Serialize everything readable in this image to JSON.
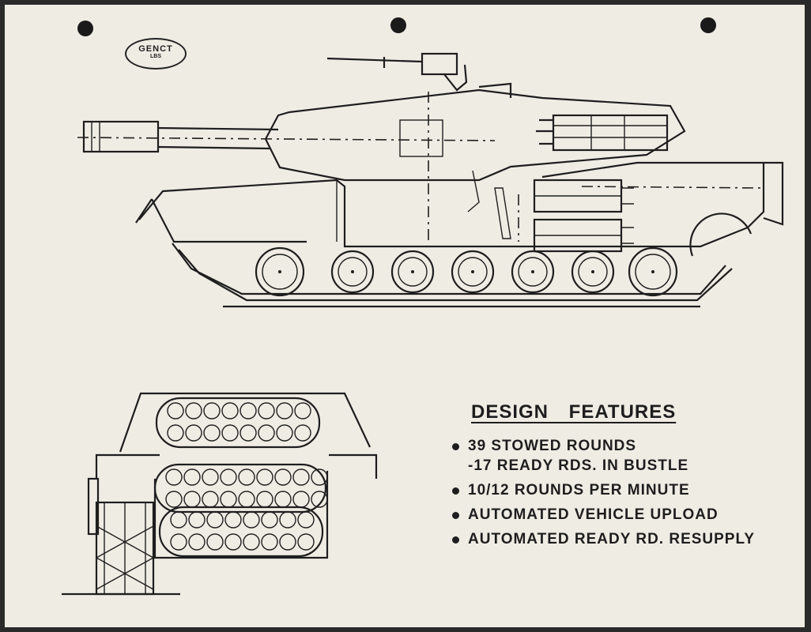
{
  "logo": {
    "line1": "GENCT",
    "line2": "LBS"
  },
  "features": {
    "title": "DESIGN FEATURES",
    "items": [
      {
        "main": "39 STOWED ROUNDS",
        "sub": "-17 READY RDS. IN BUSTLE"
      },
      {
        "main": "10/12 ROUNDS PER MINUTE"
      },
      {
        "main": "AUTOMATED VEHICLE UPLOAD"
      },
      {
        "main": "AUTOMATED READY RD. RESUPPLY"
      }
    ]
  },
  "colors": {
    "paper": "#efece3",
    "ink": "#1e1e1e",
    "border": "#2a2a2a"
  }
}
